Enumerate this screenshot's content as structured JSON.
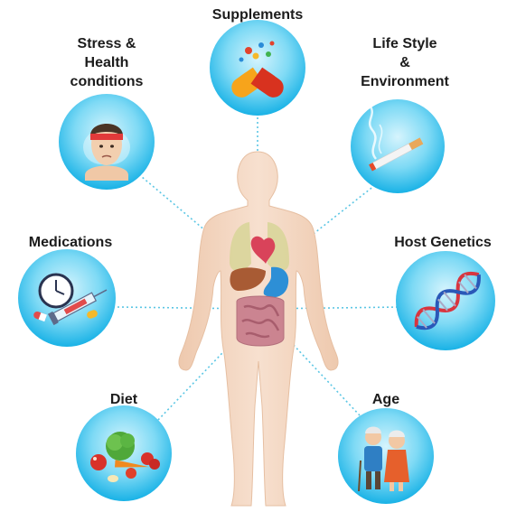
{
  "factors": {
    "supplements": {
      "lines": [
        "Supplements"
      ],
      "icon": "pills-icon"
    },
    "stress": {
      "lines": [
        "Stress &",
        "Health",
        "conditions"
      ],
      "icon": "stressed-face-icon"
    },
    "lifestyle": {
      "lines": [
        "Life Style",
        "&",
        "Environment"
      ],
      "icon": "cigarette-icon"
    },
    "medications": {
      "lines": [
        "Medications"
      ],
      "icon": "clock-syringe-icon"
    },
    "genetics": {
      "lines": [
        "Host Genetics"
      ],
      "icon": "dna-helix-icon"
    },
    "diet": {
      "lines": [
        "Diet"
      ],
      "icon": "vegetables-icon"
    },
    "age": {
      "lines": [
        "Age"
      ],
      "icon": "elderly-couple-icon"
    }
  },
  "center_figure": "human-body-icon",
  "colors": {
    "bubble": "#2fc3ee",
    "bubble_light": "#b9ecfb",
    "connector": "#5bc6e4",
    "body": "#f2d5bf",
    "label_text": "#1c1c1c"
  }
}
